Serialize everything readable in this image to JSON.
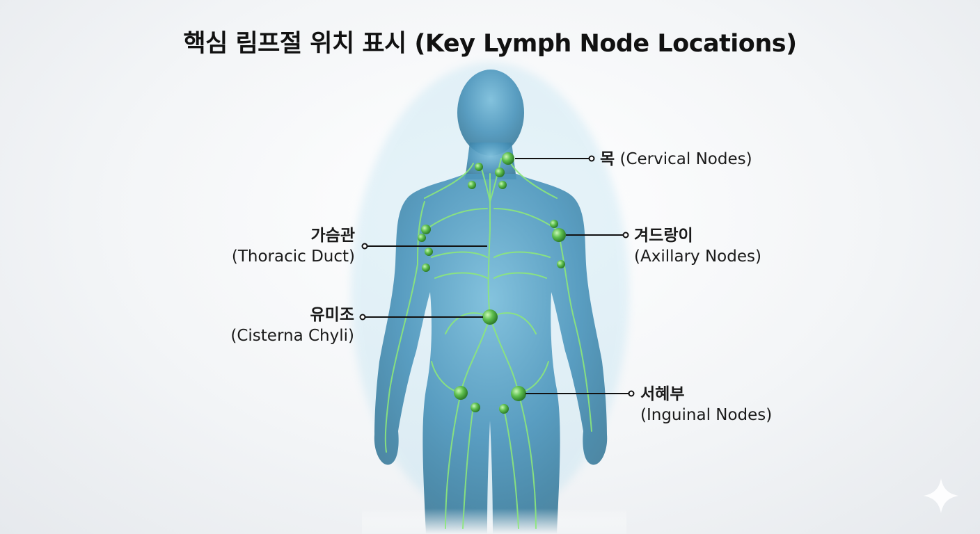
{
  "title": "핵심 림프절 위치 표시 (Key Lymph Node Locations)",
  "labels": {
    "cervical": {
      "ko": "목",
      "en": "(Cervical Nodes)"
    },
    "thoracic": {
      "ko": "가슴관",
      "en": "(Thoracic Duct)"
    },
    "axillary": {
      "ko": "겨드랑이",
      "en": "(Axillary Nodes)"
    },
    "cisterna": {
      "ko": "유미조",
      "en": "(Cisterna Chyli)"
    },
    "inguinal": {
      "ko": "서혜부",
      "en": "(Inguinal Nodes)"
    }
  },
  "colors": {
    "body": "#4a9bc4",
    "body_dark": "#2f6f8f",
    "lymph_vessel": "#8de87a",
    "node": "#5fc04f",
    "leader_line": "#111111"
  },
  "icons": {
    "corner": "sparkle-icon"
  }
}
